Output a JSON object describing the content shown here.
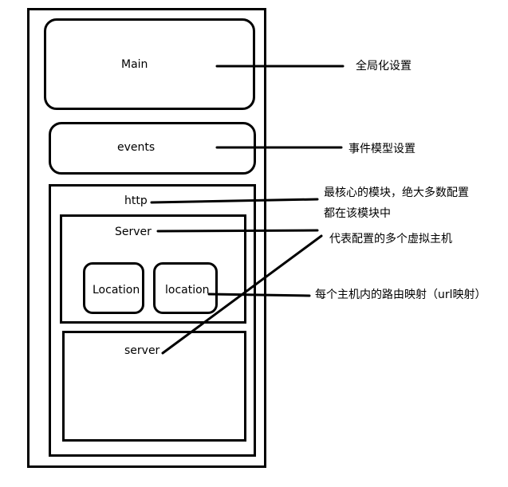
{
  "nodes": {
    "main": "Main",
    "events": "events",
    "http": "http",
    "server_upper": "Server",
    "location_1": "Location",
    "location_2": "location",
    "server_lower": "server"
  },
  "annotations": {
    "main": "全局化设置",
    "events": "事件模型设置",
    "http_line1": "最核心的模块，绝大多数配置",
    "http_line2": "都在该模块中",
    "servers": "代表配置的多个虚拟主机",
    "location": "每个主机内的路由映射（url映射）"
  }
}
